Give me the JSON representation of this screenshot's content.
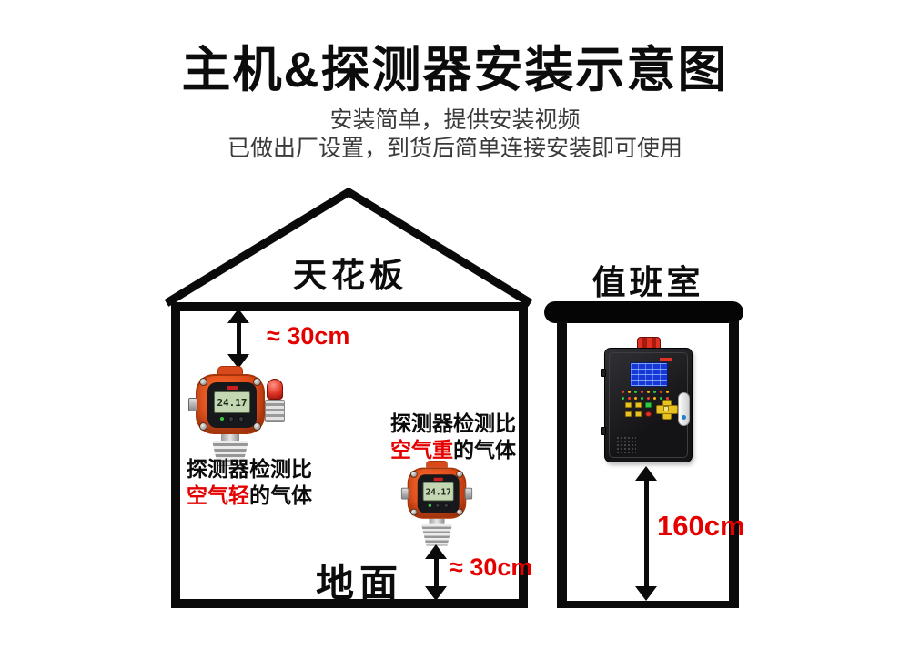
{
  "header": {
    "title": "主机&探测器安装示意图",
    "subtitle_line1": "安装简单，提供安装视频",
    "subtitle_line2": "已做出厂设置，到货后简单连接安装即可使用"
  },
  "house": {
    "ceiling_label": "天花板",
    "ground_label": "地面",
    "ceiling_clearance": "≈ 30cm",
    "floor_clearance": "≈ 30cm",
    "light_gas_note": {
      "line1": "探测器检测比",
      "highlight": "空气轻",
      "suffix": "的气体"
    },
    "heavy_gas_note": {
      "line1": "探测器检测比",
      "highlight": "空气重",
      "suffix": "的气体"
    },
    "detector_lcd": "24.17"
  },
  "duty_room": {
    "label": "值班室",
    "mount_height": "160cm"
  },
  "colors": {
    "accent_red": "#e50000",
    "detector_orange": "#e4511f",
    "line_black": "#0a0a0a",
    "lcd_green": "#c3d8b2",
    "screen_blue": "#1837d6"
  }
}
